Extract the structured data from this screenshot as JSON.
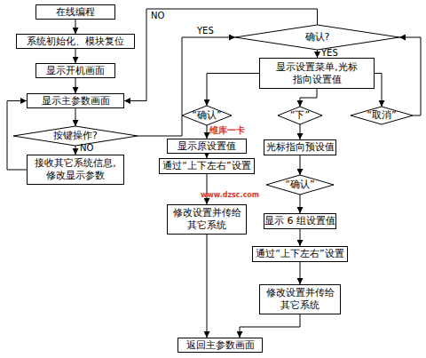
{
  "diagram": {
    "nodes": [
      {
        "text": [
          "在线编程"
        ]
      },
      {
        "text": [
          "系统初始化、模块复位"
        ]
      },
      {
        "text": [
          "显示开机画面"
        ]
      },
      {
        "text": [
          "显示主参数画面"
        ]
      },
      {
        "text": [
          "按键操作?"
        ]
      },
      {
        "text": [
          "接收其它系统信息, 修改显示参数"
        ]
      },
      {
        "text": [
          "确认?"
        ]
      },
      {
        "text": [
          "显示设置菜单,光标 指向设置值"
        ]
      },
      {
        "text": [
          "“确认”"
        ]
      },
      {
        "text": [
          "“下”"
        ]
      },
      {
        "text": [
          "“取消”"
        ]
      },
      {
        "text": [
          "显示原设置值"
        ]
      },
      {
        "text": [
          "通过“上下左右”设置"
        ]
      },
      {
        "text": [
          "修改设置并传给 其它系统"
        ]
      },
      {
        "text": [
          "光标指向预设值"
        ]
      },
      {
        "text": [
          "“确认”"
        ]
      },
      {
        "text": [
          "显示 6 组设置值"
        ]
      },
      {
        "text": [
          "通过“上下左右”设置"
        ]
      },
      {
        "text": [
          "修改设置并传给 其它系统"
        ]
      },
      {
        "text": [
          "返回主参数画面"
        ]
      }
    ],
    "edges": [
      {
        "from": 0,
        "to": 1,
        "arrow": "to"
      },
      {
        "from": 1,
        "to": 2,
        "arrow": "to"
      },
      {
        "from": 2,
        "to": 3,
        "arrow": "to"
      },
      {
        "from": 3,
        "to": 4,
        "arrow": "to"
      },
      {
        "from": 4,
        "to": 5,
        "label": "NO",
        "arrow": "to"
      },
      {
        "from": 5,
        "to": 3,
        "arrow": "to"
      },
      {
        "from": 4,
        "to": 6,
        "label": "YES",
        "arrow": "to"
      },
      {
        "from": 6,
        "to": 3,
        "label": "NO",
        "arrow": "to"
      },
      {
        "from": 6,
        "to": 7,
        "label": "YES",
        "arrow": "to"
      },
      {
        "from": 7,
        "to": 8,
        "arrow": "to"
      },
      {
        "from": 7,
        "to": 9,
        "arrow": "to"
      },
      {
        "from": 7,
        "to": 10,
        "arrow": "to"
      },
      {
        "from": 8,
        "to": 11,
        "arrow": "to"
      },
      {
        "from": 11,
        "to": 12,
        "arrow": "to"
      },
      {
        "from": 12,
        "to": 13,
        "arrow": "to"
      },
      {
        "from": 13,
        "to": 19,
        "arrow": "to"
      },
      {
        "from": 9,
        "to": 14,
        "arrow": "to"
      },
      {
        "from": 14,
        "to": 15,
        "arrow": "to"
      },
      {
        "from": 15,
        "to": 16,
        "arrow": "to"
      },
      {
        "from": 16,
        "to": 17,
        "arrow": "to"
      },
      {
        "from": 17,
        "to": 18,
        "arrow": "to"
      },
      {
        "from": 18,
        "to": 19,
        "arrow": "to"
      },
      {
        "from": 10,
        "to": 6,
        "arrow": "to"
      }
    ],
    "labels": [
      "维库一卡",
      "www.dzsc.com"
    ]
  }
}
